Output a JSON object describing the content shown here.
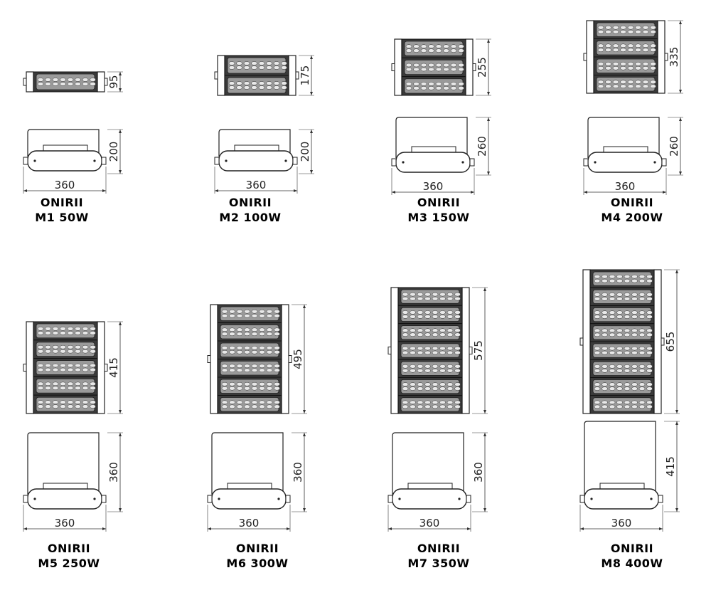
{
  "products": [
    {
      "brand": "ONIRII",
      "model": "M1 50W",
      "modules": 1,
      "front_height": "95",
      "side_height": "200",
      "width": "360"
    },
    {
      "brand": "ONIRII",
      "model": "M2 100W",
      "modules": 2,
      "front_height": "175",
      "side_height": "200",
      "width": "360"
    },
    {
      "brand": "ONIRII",
      "model": "M3 150W",
      "modules": 3,
      "front_height": "255",
      "side_height": "260",
      "width": "360"
    },
    {
      "brand": "ONIRII",
      "model": "M4 200W",
      "modules": 4,
      "front_height": "335",
      "side_height": "260",
      "width": "360"
    },
    {
      "brand": "ONIRII",
      "model": "M5 250W",
      "modules": 5,
      "front_height": "415",
      "side_height": "360",
      "width": "360"
    },
    {
      "brand": "ONIRII",
      "model": "M6 300W",
      "modules": 6,
      "front_height": "495",
      "side_height": "360",
      "width": "360"
    },
    {
      "brand": "ONIRII",
      "model": "M7 350W",
      "modules": 7,
      "front_height": "575",
      "side_height": "360",
      "width": "360"
    },
    {
      "brand": "ONIRII",
      "model": "M8 400W",
      "modules": 8,
      "front_height": "655",
      "side_height": "415",
      "width": "360"
    }
  ]
}
